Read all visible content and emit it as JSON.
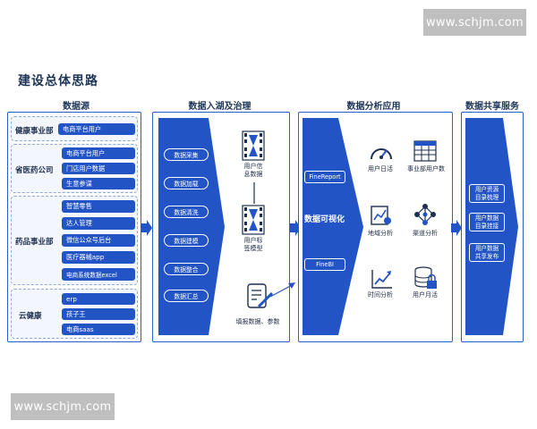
{
  "watermark_top": "www.schjm.com",
  "watermark_bottom": "www.schjm.com",
  "title": "建设总体思路",
  "sections": {
    "data_source": "数据源",
    "data_lake": "数据入湖及治理",
    "analysis": "数据分析应用",
    "sharing": "数据共享服务"
  },
  "data_source": {
    "groups": [
      {
        "label": "健康事业部",
        "items": [
          "电商平台用户"
        ]
      },
      {
        "label": "省医药公司",
        "items": [
          "电商平台用户",
          "门店用户数据",
          "生意参谋"
        ]
      },
      {
        "label": "药品事业部",
        "items": [
          "智慧零售",
          "达人管理",
          "微信公众号后台",
          "医疗器械app",
          "电商系统数据excel"
        ]
      },
      {
        "label": "云健康",
        "items": [
          "erp",
          "孩子王",
          "电商saas"
        ]
      }
    ]
  },
  "data_lake": {
    "steps": [
      "数据采集",
      "数据加载",
      "数据清洗",
      "数据建模",
      "数据整合",
      "数据汇总"
    ],
    "models": [
      "用户信\n息数据",
      "用户标\n签模型"
    ],
    "fill_caption": "填报数据、参数"
  },
  "analysis": {
    "tools": [
      "FineReport",
      "FineBI"
    ],
    "visual_label": "数据可视化",
    "apps": [
      "用户日活",
      "事业部用户数",
      "地域分析",
      "渠道分析",
      "时间分析",
      "用户月活"
    ]
  },
  "sharing": {
    "items": [
      "用户资源\n目录梳理",
      "用户数据\n目录挂接",
      "用户数据\n共享发布"
    ]
  },
  "colors": {
    "primary": "#2354c6",
    "dark": "#1e3c9e",
    "panel_border": "#2a5fc9",
    "watermark": "#bfbfbf"
  },
  "icons": [
    "matrix-icon",
    "document-pen-icon",
    "gauge-icon",
    "table-icon",
    "map-chart-icon",
    "network-icon",
    "trend-icon",
    "database-lock-icon"
  ]
}
